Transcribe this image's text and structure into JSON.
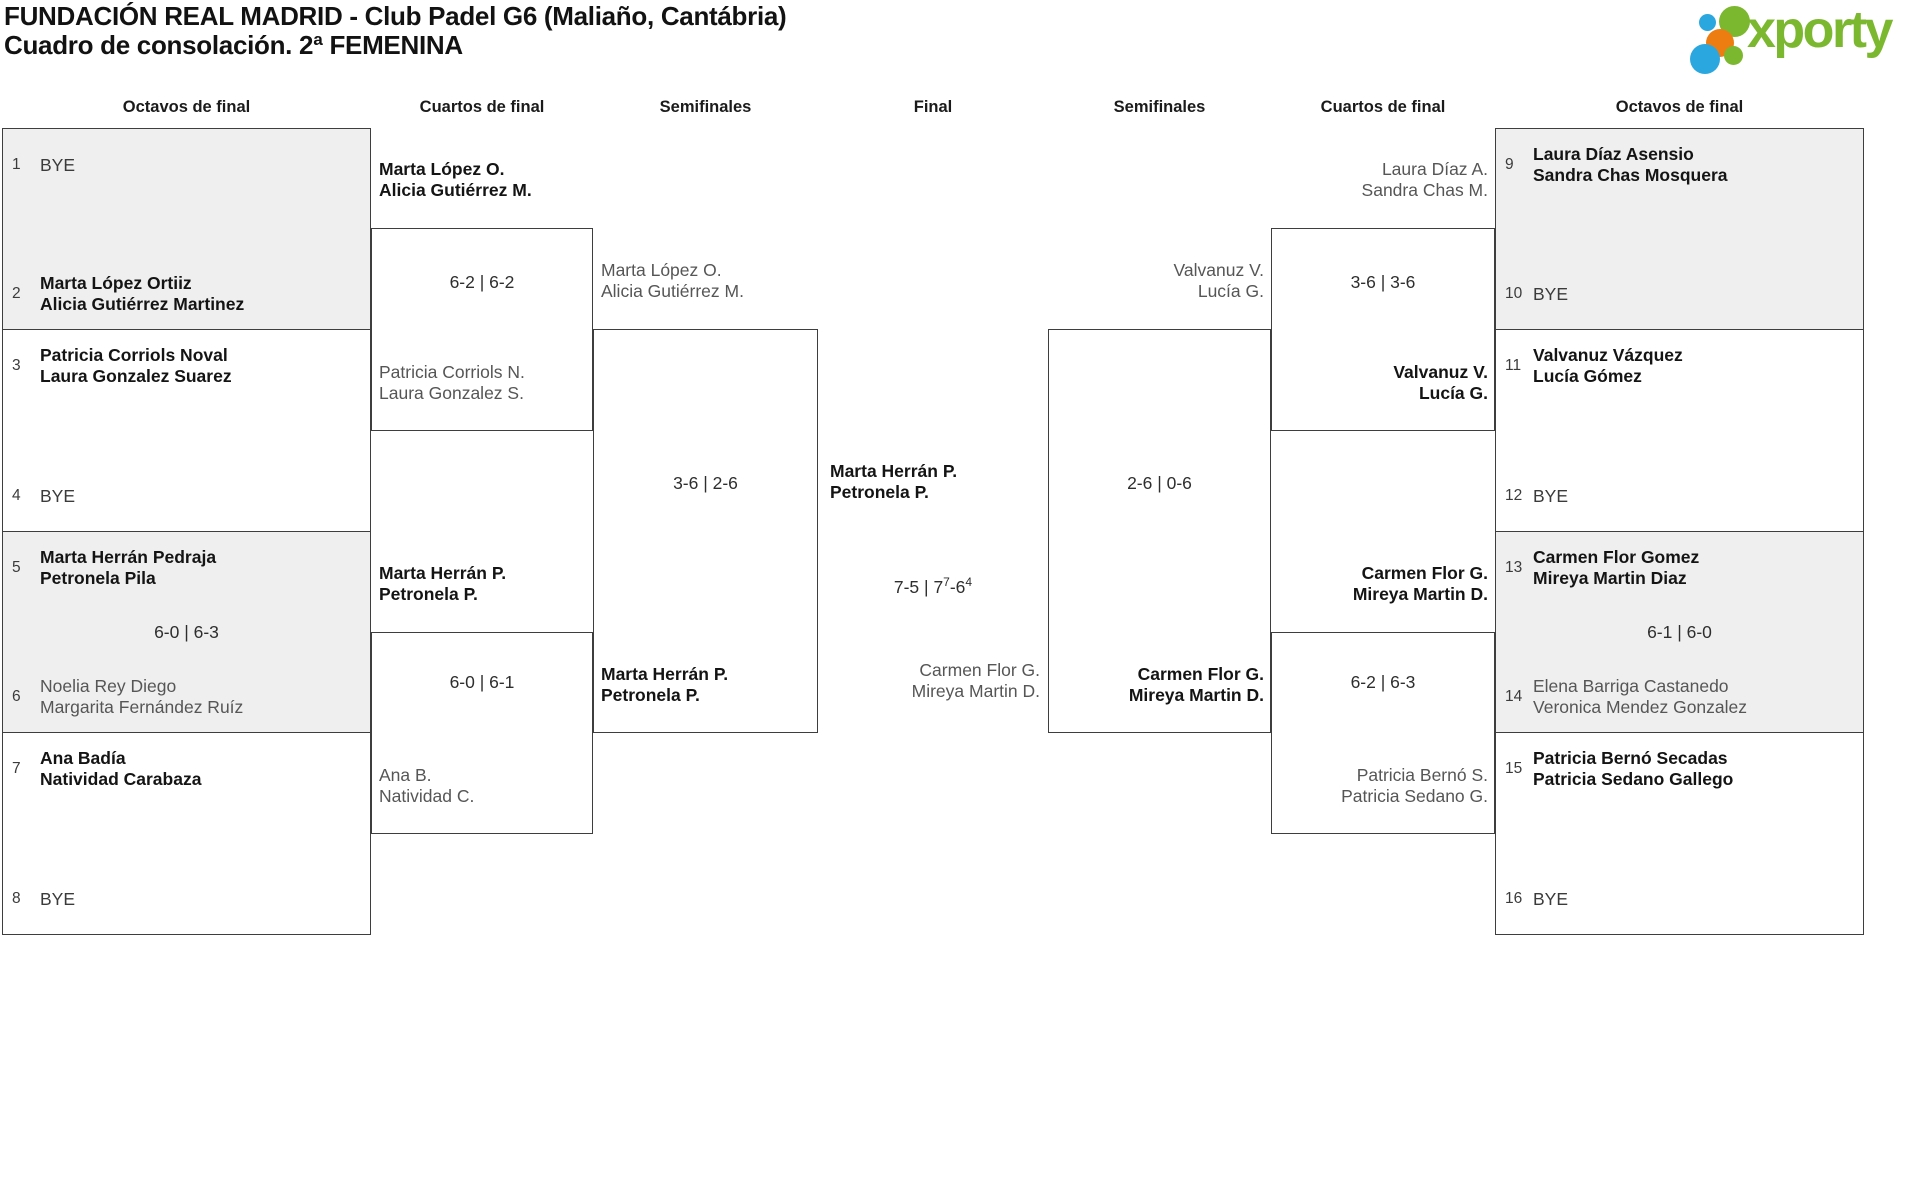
{
  "page": {
    "title_line1": "FUNDACIÓN REAL MADRID - Club Padel G6 (Maliaño, Cantábria)",
    "title_line2": "Cuadro de consolación. 2ª FEMENINA"
  },
  "logo": {
    "text": "xporty",
    "colors": {
      "green": "#7cb82f",
      "blue": "#2ba7df",
      "orange": "#ee7d11"
    }
  },
  "round_headers": [
    "Octavos de final",
    "Cuartos de final",
    "Semifinales",
    "Final",
    "Semifinales",
    "Cuartos de final",
    "Octavos de final"
  ],
  "bracket_colors": {
    "box_border": "#3e3e3e",
    "box_fill_alt": "#efefef"
  },
  "r16_left": {
    "e1": {
      "seed": "1",
      "line1": "BYE"
    },
    "e2": {
      "seed": "2",
      "line1": "Marta López Ortiiz",
      "line2": "Alicia Gutiérrez Martinez"
    },
    "e3": {
      "seed": "3",
      "line1": "Patricia Corriols Noval",
      "line2": "Laura Gonzalez Suarez"
    },
    "e4": {
      "seed": "4",
      "line1": "BYE"
    },
    "e5": {
      "seed": "5",
      "line1": "Marta Herrán Pedraja",
      "line2": "Petronela Pila"
    },
    "e6": {
      "seed": "6",
      "line1": "Noelia Rey Diego",
      "line2": "Margarita Fernández Ruíz"
    },
    "e7": {
      "seed": "7",
      "line1": "Ana Badía",
      "line2": "Natividad Carabaza"
    },
    "e8": {
      "seed": "8",
      "line1": "BYE"
    },
    "score": "6-0 | 6-3"
  },
  "r16_right": {
    "e9": {
      "seed": "9",
      "line1": "Laura Díaz Asensio",
      "line2": "Sandra Chas Mosquera"
    },
    "e10": {
      "seed": "10",
      "line1": "BYE"
    },
    "e11": {
      "seed": "11",
      "line1": "Valvanuz Vázquez",
      "line2": "Lucía Gómez"
    },
    "e12": {
      "seed": "12",
      "line1": "BYE"
    },
    "e13": {
      "seed": "13",
      "line1": "Carmen Flor Gomez",
      "line2": "Mireya Martin Diaz"
    },
    "e14": {
      "seed": "14",
      "line1": "Elena Barriga Castanedo",
      "line2": "Veronica Mendez Gonzalez"
    },
    "e15": {
      "seed": "15",
      "line1": "Patricia Bernó Secadas",
      "line2": "Patricia Sedano Gallego"
    },
    "e16": {
      "seed": "16",
      "line1": "BYE"
    },
    "score": "6-1 | 6-0"
  },
  "qf_left_top": {
    "team_a": {
      "line1": "Marta López O.",
      "line2": "Alicia Gutiérrez M."
    },
    "score": "6-2 | 6-2",
    "team_b": {
      "line1": "Patricia Corriols N.",
      "line2": "Laura Gonzalez S."
    }
  },
  "qf_left_bottom": {
    "team_a": {
      "line1": "Marta Herrán P.",
      "line2": "Petronela P."
    },
    "score": "6-0 | 6-1",
    "team_b": {
      "line1": "Ana B.",
      "line2": "Natividad C."
    }
  },
  "sf_left": {
    "team_a": {
      "line1": "Marta López O.",
      "line2": "Alicia Gutiérrez M."
    },
    "score": "3-6 | 2-6",
    "team_b": {
      "line1": "Marta Herrán P.",
      "line2": "Petronela P."
    }
  },
  "final": {
    "team_a": {
      "line1": "Marta Herrán P.",
      "line2": "Petronela P."
    },
    "score_p1": "7-5 | 7",
    "score_sup1": "7",
    "score_p2": "-6",
    "score_sup2": "4",
    "team_b": {
      "line1": "Carmen Flor G.",
      "line2": "Mireya Martin D."
    }
  },
  "sf_right": {
    "team_a": {
      "line1": "Valvanuz V.",
      "line2": "Lucía G."
    },
    "score": "2-6 | 0-6",
    "team_b": {
      "line1": "Carmen Flor G.",
      "line2": "Mireya Martin D."
    }
  },
  "qf_right_top": {
    "team_a": {
      "line1": "Laura Díaz A.",
      "line2": "Sandra Chas M."
    },
    "score": "3-6 | 3-6",
    "team_b": {
      "line1": "Valvanuz V.",
      "line2": "Lucía G."
    }
  },
  "qf_right_bottom": {
    "team_a": {
      "line1": "Carmen Flor G.",
      "line2": "Mireya Martin D."
    },
    "score": "6-2 | 6-3",
    "team_b": {
      "line1": "Patricia Bernó S.",
      "line2": "Patricia Sedano G."
    }
  }
}
